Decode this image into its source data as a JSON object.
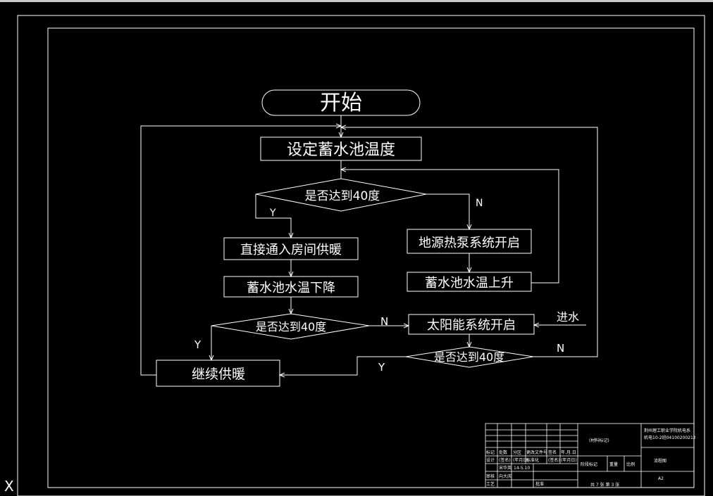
{
  "drawing": {
    "start": "开始",
    "set_temp": "设定蓄水池温度",
    "check1": "是否达到40度",
    "heat_pump_on": "地源热泵系统开启",
    "tank_temp_up": "蓄水池水温上升",
    "direct_heating": "直接通入房间供暖",
    "tank_temp_down": "蓄水池水温下降",
    "check2": "是否达到40度",
    "solar_on": "太阳能系统开启",
    "water_in": "进水",
    "check3": "是否达到40度",
    "continue_heating": "继续供暖",
    "y1": "Y",
    "n1": "N",
    "y2": "Y",
    "n2": "N",
    "y3": "Y",
    "n3": "N"
  },
  "title_block": {
    "school": "荆州理工职业学院机电系",
    "drawing_no": "机电10-2班04100200212",
    "drawing_name": "流程图",
    "sheet_size": "A2",
    "sheets_text": "共 7 张   第 3 张",
    "material": "(材料标记)",
    "row_headers": [
      "标记",
      "处数",
      "分区",
      "更改文件号",
      "签名",
      "年.月.日"
    ],
    "row_labels": [
      "设计",
      "审核",
      "工艺"
    ],
    "designer": "宋华英",
    "design_date": "14-5.10",
    "reviewer": "向大庆",
    "approve": "批准",
    "stage": "阶段标记",
    "weight": "重量",
    "scale": "比例",
    "std": "(签名)",
    "date_label": "(年月日)",
    "std2": "标准化",
    "sign2": "(签名)",
    "date2": "(年月日)"
  },
  "ucs_icon": "X"
}
